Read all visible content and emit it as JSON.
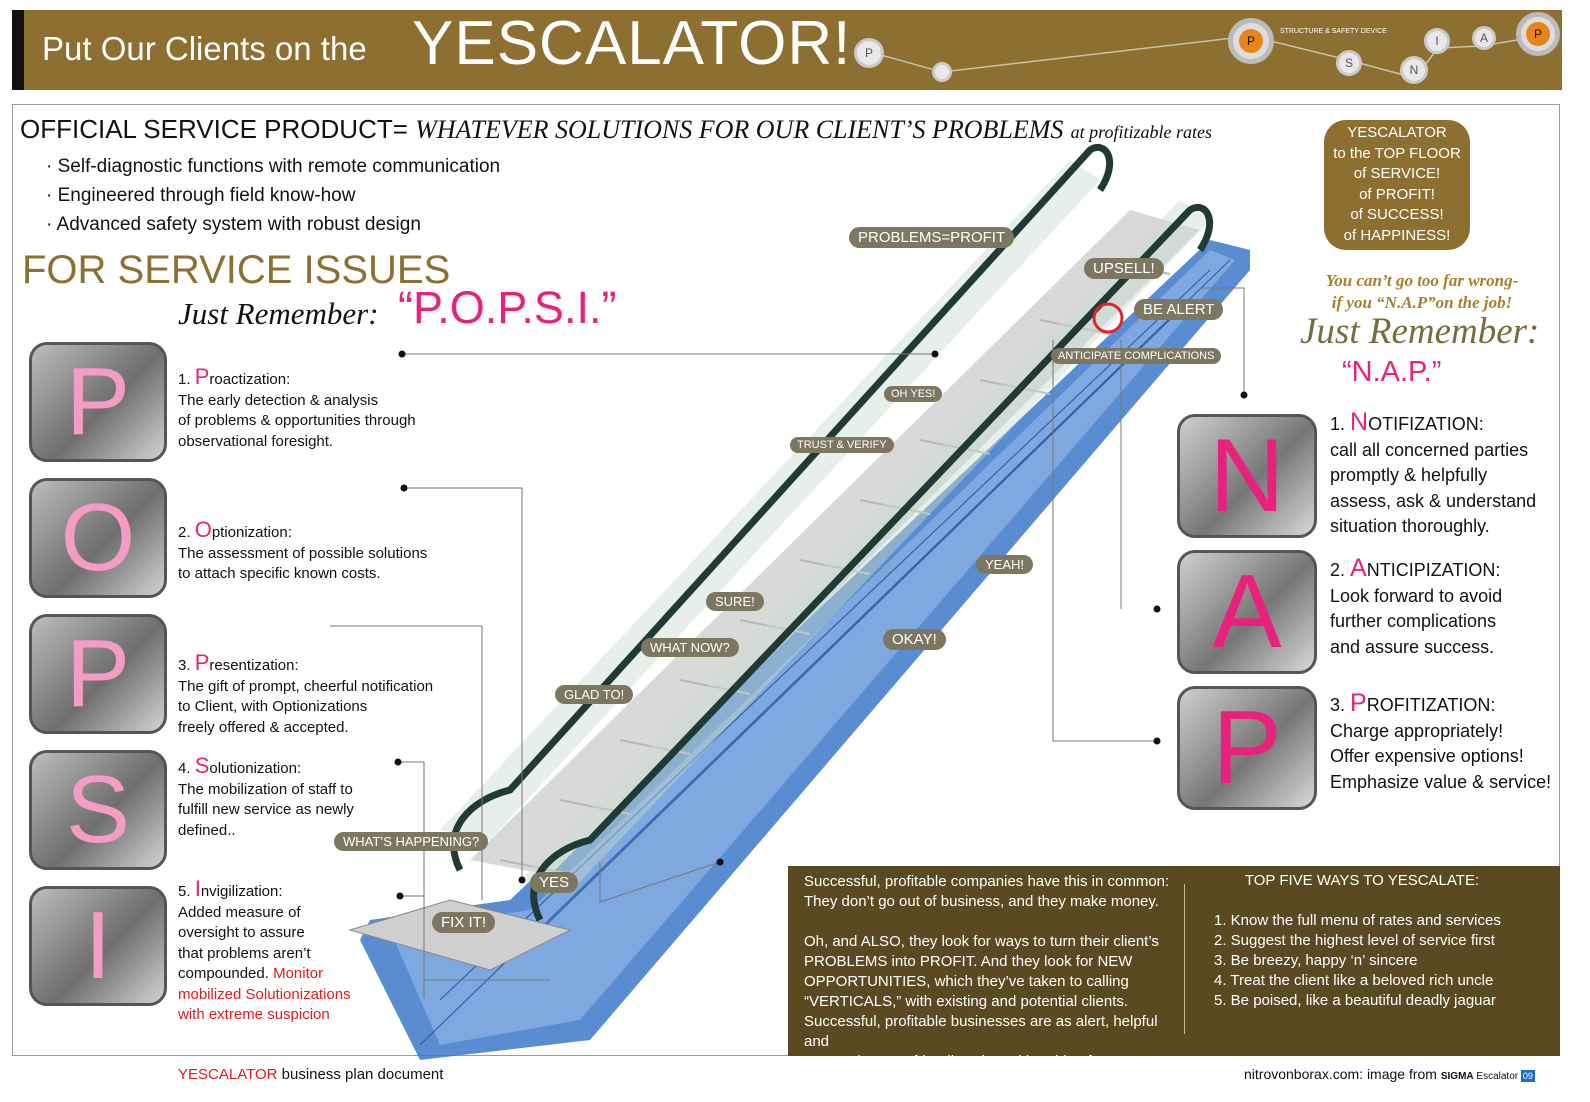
{
  "header": {
    "title_small": "Put Our Clients on the",
    "title_big": "YESCALATOR!",
    "node_caption": "STRUCTURE & SAFETY DEVICE",
    "nodes": [
      "P",
      "P",
      "S",
      "N",
      "I",
      "A",
      "P"
    ]
  },
  "intro": {
    "official_label": "OFFICIAL SERVICE PRODUCT=",
    "official_value": "WHATEVER SOLUTIONS FOR OUR CLIENT’S PROBLEMS",
    "official_suffix": "at profitizable rates",
    "bullets": [
      "· Self-diagnostic functions with remote communication",
      "· Engineered through field know-how",
      "· Advanced safety system with robust design"
    ]
  },
  "popsi": {
    "heading": "FOR SERVICE ISSUES",
    "just_remember": "Just Remember:",
    "quote": "“P.O.P.S.I.”",
    "items": [
      {
        "letter": "P",
        "num": "1.",
        "cap": "P",
        "rest": "roactization:",
        "lines": [
          "The early detection & analysis",
          "of  problems & opportunities through",
          "observational foresight."
        ]
      },
      {
        "letter": "O",
        "num": "2.",
        "cap": "O",
        "rest": "ptionization:",
        "lines": [
          "The assessment of possible solutions",
          "to attach specific known costs."
        ]
      },
      {
        "letter": "P",
        "num": "3.",
        "cap": "P",
        "rest": "resentization:",
        "lines": [
          "The gift of prompt, cheerful notification",
          "to Client, with Optionizations",
          "freely offered & accepted."
        ]
      },
      {
        "letter": "S",
        "num": "4.",
        "cap": "S",
        "rest": "olutionization:",
        "lines": [
          "The mobilization of staff to",
          "fulfill new service as newly",
          "defined.."
        ]
      },
      {
        "letter": "I",
        "num": "5.",
        "cap": "I",
        "rest": "nvigilization:",
        "lines": [
          "Added measure of",
          "oversight to assure",
          "that problems aren’t"
        ],
        "line4a": "compounded.",
        "line4b": " Monitor",
        "red_lines": [
          "mobilized Solutionizations",
          "with extreme suspicion"
        ]
      }
    ]
  },
  "callouts": {
    "problems_profit": "PROBLEMS=PROFIT",
    "upsell": "UPSELL!",
    "be_alert": "BE ALERT",
    "anticipate": "ANTICIPATE COMPLICATIONS",
    "oh_yes": "OH YES!",
    "trust_verify": "TRUST & VERIFY",
    "yeah": "YEAH!",
    "sure": "SURE!",
    "what_now": "WHAT NOW?",
    "okay": "OKAY!",
    "glad_to": "GLAD TO!",
    "whats_happening": "WHAT’S HAPPENING?",
    "yes": "YES",
    "fix_it": "FIX IT!"
  },
  "nap": {
    "badge_lines": [
      "YESCALATOR",
      "to the TOP FLOOR",
      "of SERVICE!",
      "of PROFIT!",
      "of SUCCESS!",
      "of HAPPINESS!"
    ],
    "too_far_1": "You can’t go too far wrong-",
    "too_far_2": "if you “N.A.P”on the job!",
    "just_remember": "Just Remember:",
    "quote": "“N.A.P.”",
    "items": [
      {
        "letter": "N",
        "num": "1.",
        "cap": "N",
        "rest": "OTIFIZATION:",
        "lines": [
          "call all concerned parties",
          "promptly & helpfully",
          "assess, ask & understand",
          "situation thoroughly."
        ]
      },
      {
        "letter": "A",
        "num": "2.",
        "cap": "A",
        "rest": "NTICIPIZATION:",
        "lines": [
          "Look forward to avoid",
          "further complications",
          "and assure success."
        ]
      },
      {
        "letter": "P",
        "num": "3.",
        "cap": "P",
        "rest": "ROFITIZATION:",
        "lines": [
          "Charge appropriately!",
          "Offer expensive options!",
          "Emphasize value & service!"
        ]
      }
    ]
  },
  "bottom": {
    "left_lines": [
      "Successful, profitable companies have this in common:",
      "They don’t go out of business, and they make money.",
      "",
      "Oh, and ALSO, they look for ways to turn their client’s",
      "PROBLEMS into PROFIT. And they look for NEW",
      "OPPORTUNITIES, which they’ve taken to calling",
      "“VERTICALS,” with existing and potential clients.",
      "Successful, profitable businesses are as alert, helpful and",
      "responsive as a friendly cobra with a thirst for money."
    ],
    "top5_title": "TOP FIVE WAYS TO YESCALATE:",
    "top5": [
      "1. Know the full menu of rates and services",
      "2. Suggest the highest level of service first",
      "3. Be breezy, happy ‘n’ sincere",
      "4. Treat the client like a beloved rich uncle",
      " 5. Be poised, like a beautiful deadly jaguar"
    ]
  },
  "footer": {
    "brand": "YESCALATOR",
    "left_rest": " business plan document",
    "right_text": "nitrovonborax.com: image from ",
    "sigma": "SIGMA",
    "escalator": " Escalator ",
    "page": "09"
  },
  "colors": {
    "brown": "#8d6f31",
    "pink": "#e8217c",
    "red": "#e01b1b",
    "callout": "#7d7660",
    "escalator_blue": "#3c78c8"
  }
}
